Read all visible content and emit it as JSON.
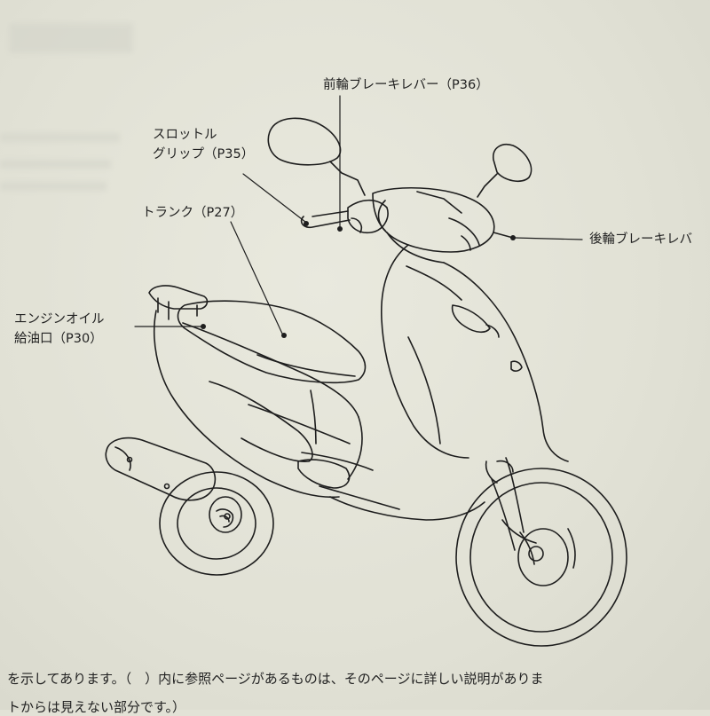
{
  "labels": {
    "front_brake": "前輪ブレーキレバー（P36）",
    "throttle_line1": "スロットル",
    "throttle_line2": "グリップ（P35）",
    "trunk": "トランク（P27）",
    "oil_line1": "エンジンオイル",
    "oil_line2": "給油口（P30）",
    "rear_brake": "後輪ブレーキレバ"
  },
  "footer": {
    "line1": "を示してあります。（　）内に参照ページがあるものは、そのページに詳しい説明がありま",
    "line2": "トからは見えない部分です。）"
  },
  "colors": {
    "paper": "#e2e2d6",
    "ink": "#1e1e1e"
  }
}
